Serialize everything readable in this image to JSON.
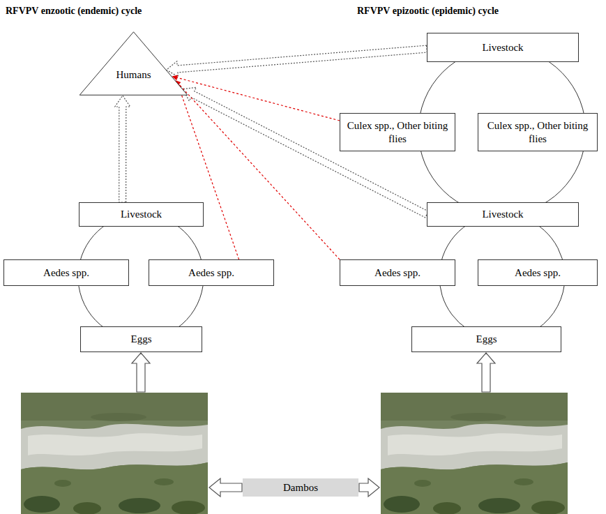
{
  "diagram": {
    "nodes": [
      {
        "text": [
          "Humans"
        ]
      },
      {
        "text": [
          "Livestock"
        ]
      },
      {
        "text": [
          "Culex spp., Other biting flies"
        ]
      },
      {
        "text": [
          "Culex spp., Other biting flies"
        ]
      },
      {
        "text": [
          "Livestock"
        ]
      },
      {
        "text": [
          "Livestock"
        ]
      },
      {
        "text": [
          "Aedes spp."
        ]
      },
      {
        "text": [
          "Aedes spp."
        ]
      },
      {
        "text": [
          "Aedes spp."
        ]
      },
      {
        "text": [
          "Aedes spp."
        ]
      },
      {
        "text": [
          "Eggs"
        ]
      },
      {
        "text": [
          "Eggs"
        ]
      },
      {
        "text": [
          "Dambos"
        ]
      }
    ],
    "edges": [
      {
        "from": 1,
        "to": 0,
        "arrow": "to"
      },
      {
        "from": 2,
        "to": 0,
        "arrow": "to"
      },
      {
        "from": 5,
        "to": 0,
        "arrow": "to"
      },
      {
        "from": 8,
        "to": 0,
        "arrow": "to"
      },
      {
        "from": 7,
        "to": 0,
        "arrow": "to"
      },
      {
        "from": 4,
        "to": 0,
        "arrow": "to"
      },
      {
        "from": 1,
        "to": 2,
        "arrow": "none"
      },
      {
        "from": 1,
        "to": 3,
        "arrow": "none"
      },
      {
        "from": 2,
        "to": 5,
        "arrow": "none"
      },
      {
        "from": 3,
        "to": 5,
        "arrow": "none"
      },
      {
        "from": 4,
        "to": 6,
        "arrow": "none"
      },
      {
        "from": 4,
        "to": 7,
        "arrow": "none"
      },
      {
        "from": 6,
        "to": 10,
        "arrow": "none"
      },
      {
        "from": 7,
        "to": 10,
        "arrow": "none"
      },
      {
        "from": 5,
        "to": 8,
        "arrow": "none"
      },
      {
        "from": 5,
        "to": 9,
        "arrow": "none"
      },
      {
        "from": 8,
        "to": 11,
        "arrow": "none"
      },
      {
        "from": 9,
        "to": 11,
        "arrow": "none"
      }
    ],
    "labels": [
      "RFVPV enzootic (endemic) cycle",
      "RFVPV epizootic (epidemic) cycle"
    ]
  }
}
